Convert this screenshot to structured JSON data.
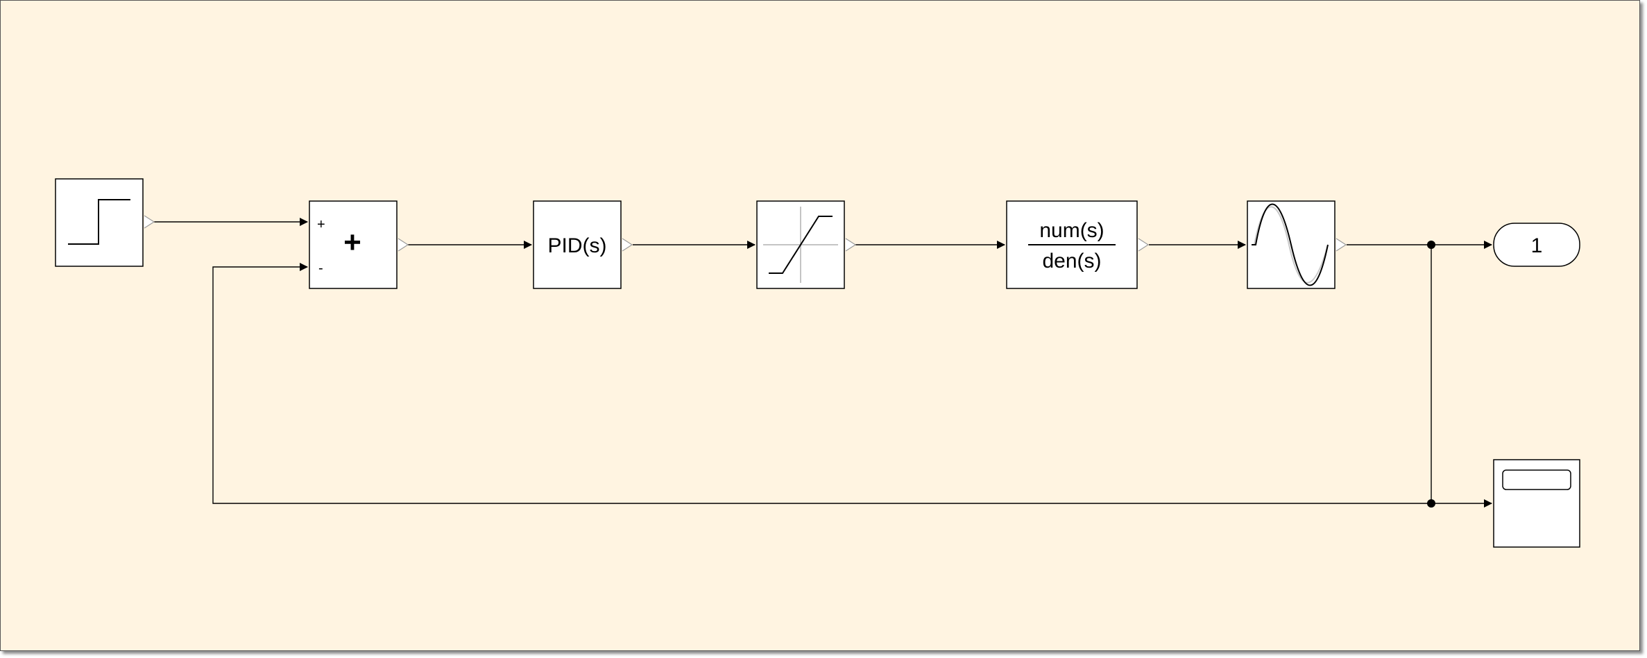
{
  "blocks": {
    "sum": {
      "plus_sign": "+",
      "minus_sign": "-",
      "symbol": "+"
    },
    "pid": {
      "label": "PID(s)"
    },
    "transfer_fcn": {
      "numerator": "num(s)",
      "denominator": "den(s)"
    },
    "outport": {
      "label": "1"
    }
  },
  "colors": {
    "canvas_background": "#fff4e1",
    "block_fill": "#ffffff",
    "line": "#000000",
    "port": "#9a9a9a"
  }
}
